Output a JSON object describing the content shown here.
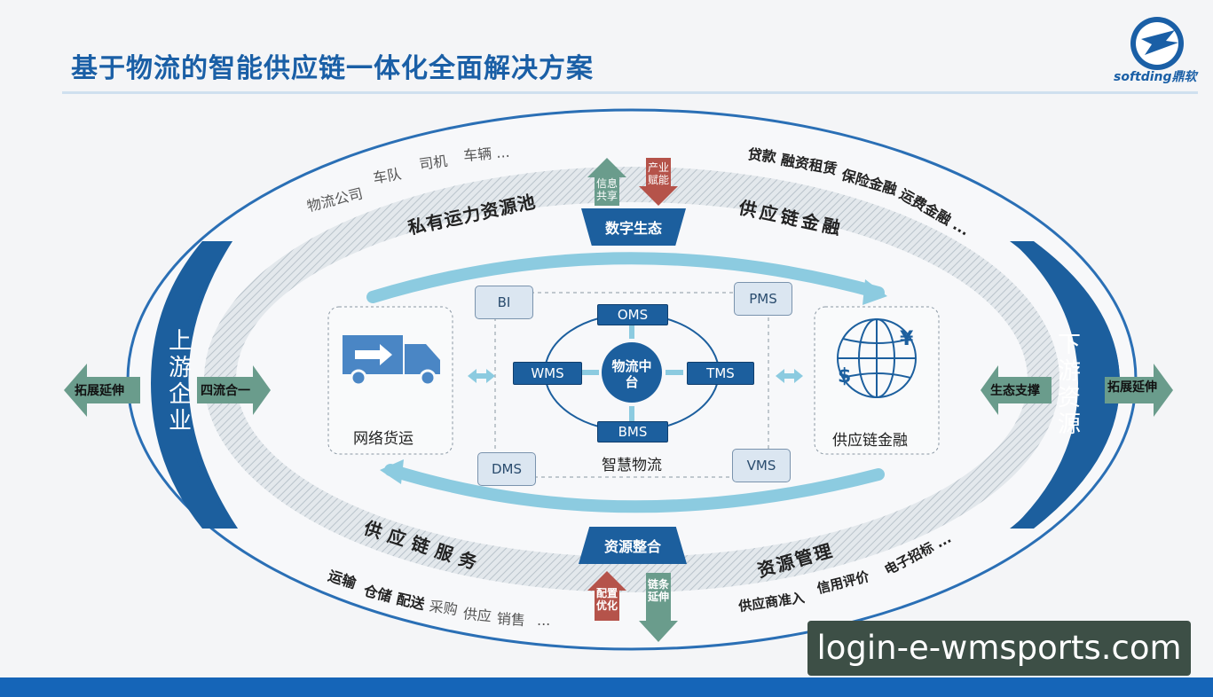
{
  "header": {
    "title": "基于物流的智能供应链一体化全面解决方案",
    "logo_text": "softding鼎软",
    "logo_icon": "softding-logo-icon"
  },
  "outer_ring": {
    "top_left_items": [
      "物流公司",
      "车队",
      "司机",
      "车辆 ..."
    ],
    "top_right_items": [
      "贷款",
      "融资租赁",
      "保险金融",
      "运费金融 ..."
    ],
    "bottom_left_items": [
      "运输",
      "仓储",
      "配送",
      "采购",
      "供应",
      "销售",
      "..."
    ],
    "bottom_right_items": [
      "供应商准入",
      "信用评价",
      "电子招标 ..."
    ]
  },
  "band_labels": {
    "top_left": "私有运力资源池",
    "top_right": "供应链金融",
    "bottom_left": "供应链服务",
    "bottom_right": "资源管理"
  },
  "top_badge": "数字生态",
  "bottom_badge": "资源整合",
  "top_arrows": {
    "up": "信息共享",
    "down": "产业赋能"
  },
  "bottom_arrows": {
    "up": "配置优化",
    "down": "链条延伸"
  },
  "left": {
    "arc_label": "上游企业",
    "outer_arrow": "拓展延伸",
    "inner_arrow": "四流合一"
  },
  "right": {
    "arc_label": "下游资源",
    "outer_arrow": "拓展延伸",
    "inner_arrow": "生态支撑"
  },
  "panels": {
    "left": "网络货运",
    "right": "供应链金融"
  },
  "center": {
    "core": "物流中台",
    "caption": "智慧物流",
    "blue_nodes": [
      "OMS",
      "WMS",
      "TMS",
      "BMS"
    ],
    "grey_nodes": [
      "BI",
      "PMS",
      "DMS",
      "VMS"
    ]
  },
  "watermark": "login-e-wmsports.com",
  "colors": {
    "primary": "#1c5f9e",
    "accent_green": "#6a9c8c",
    "accent_red": "#b5534a",
    "light_blue": "#8ccbe0"
  }
}
